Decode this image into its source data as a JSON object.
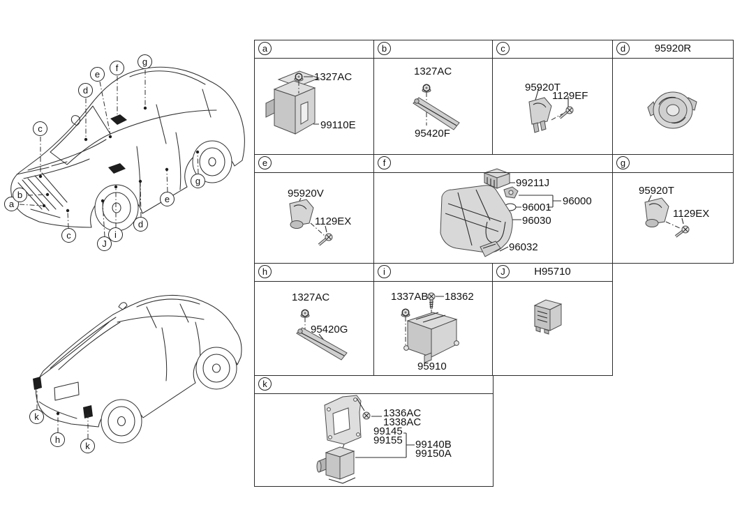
{
  "colors": {
    "line": "#2b2b2b",
    "part_fill": "#d8d8d8",
    "background": "#ffffff"
  },
  "cells": {
    "a": {
      "letter": "a",
      "parts": {
        "p1": "1327AC",
        "p2": "99110E"
      }
    },
    "b": {
      "letter": "b",
      "parts": {
        "p1": "1327AC",
        "p2": "95420F"
      }
    },
    "c": {
      "letter": "c",
      "parts": {
        "p1": "95920T",
        "p2": "1129EF"
      }
    },
    "d": {
      "letter": "d",
      "title": "95920R"
    },
    "e": {
      "letter": "e",
      "parts": {
        "p1": "95920V",
        "p2": "1129EX"
      }
    },
    "f": {
      "letter": "f",
      "parts": {
        "p1": "99211J",
        "p2": "96000",
        "p3": "96001",
        "p4": "96030",
        "p5": "96032"
      }
    },
    "g": {
      "letter": "g",
      "parts": {
        "p1": "95920T",
        "p2": "1129EX"
      }
    },
    "h": {
      "letter": "h",
      "parts": {
        "p1": "1327AC",
        "p2": "95420G"
      }
    },
    "i": {
      "letter": "i",
      "parts": {
        "p1": "1337AB",
        "p2": "18362",
        "p3": "95910"
      }
    },
    "j": {
      "letter": "J",
      "title": "H95710"
    },
    "k": {
      "letter": "k",
      "parts": {
        "p1": "1336AC",
        "p2": "1338AC",
        "p3": "99145",
        "p4": "99155",
        "p5": "99140B",
        "p6": "99150A"
      }
    }
  },
  "callouts": {
    "front": [
      "a",
      "b",
      "c",
      "c",
      "d",
      "d",
      "e",
      "e",
      "f",
      "g",
      "g",
      "i",
      "J"
    ],
    "rear": [
      "k",
      "h",
      "k"
    ]
  }
}
